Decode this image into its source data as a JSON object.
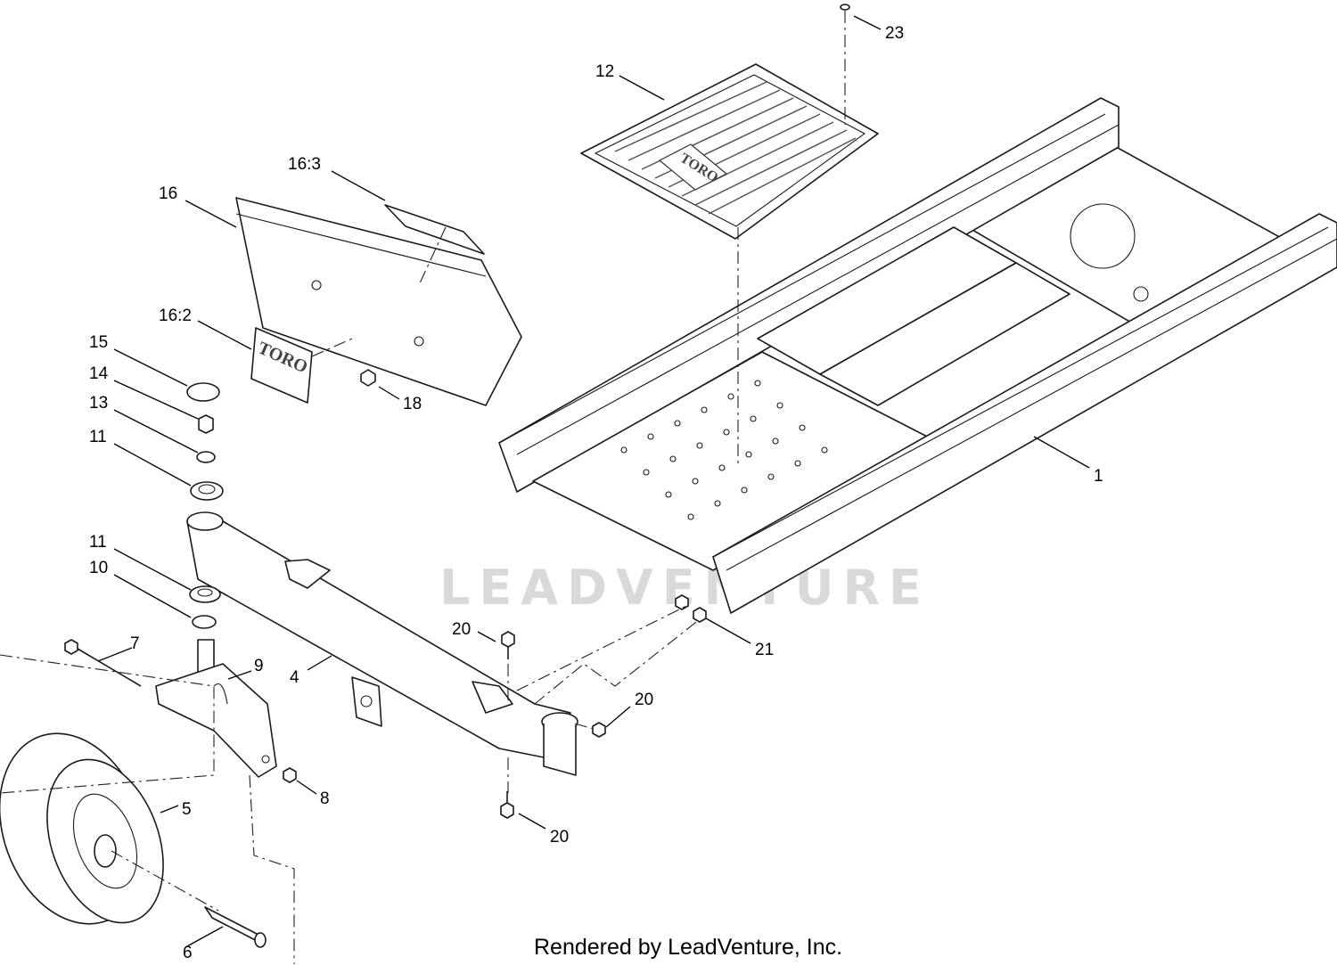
{
  "diagram": {
    "callouts": [
      "1",
      "4",
      "5",
      "6",
      "7",
      "8",
      "9",
      "10",
      "11",
      "11",
      "12",
      "13",
      "14",
      "15",
      "16",
      "16:2",
      "16:3",
      "18",
      "20",
      "20",
      "20",
      "21",
      "23"
    ],
    "watermark": "LEADVENTURE",
    "logo_text": "TORO",
    "footer": "Rendered by LeadVenture, Inc."
  }
}
